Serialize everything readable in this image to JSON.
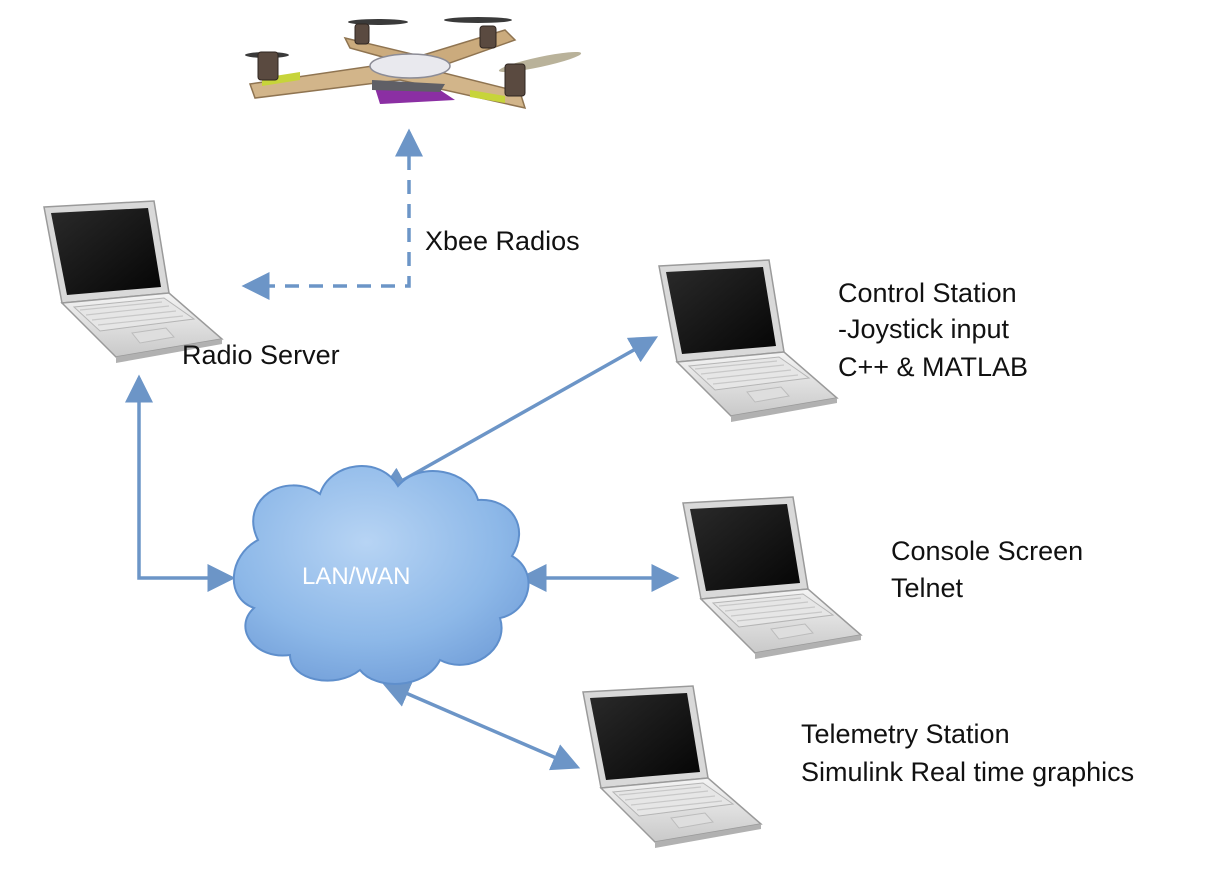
{
  "labels": {
    "xbee": "Xbee Radios",
    "radio_server": "Radio Server",
    "control_station": [
      "Control Station",
      "-Joystick input",
      "C++ & MATLAB"
    ],
    "console_screen": [
      "Console Screen",
      "Telnet"
    ],
    "telemetry_station": [
      "Telemetry Station",
      "Simulink Real time graphics"
    ],
    "network": "LAN/WAN"
  },
  "icons": {
    "drone": "quadcopter-drone-icon",
    "laptop": "laptop-icon",
    "cloud": "cloud-icon"
  },
  "colors": {
    "connector": "#6c95c7",
    "cloud_fill": "#8db8e8",
    "cloud_edge": "#5f8fcc",
    "drone_frame": "#c9a97c",
    "drone_board": "#8b2fa3"
  }
}
